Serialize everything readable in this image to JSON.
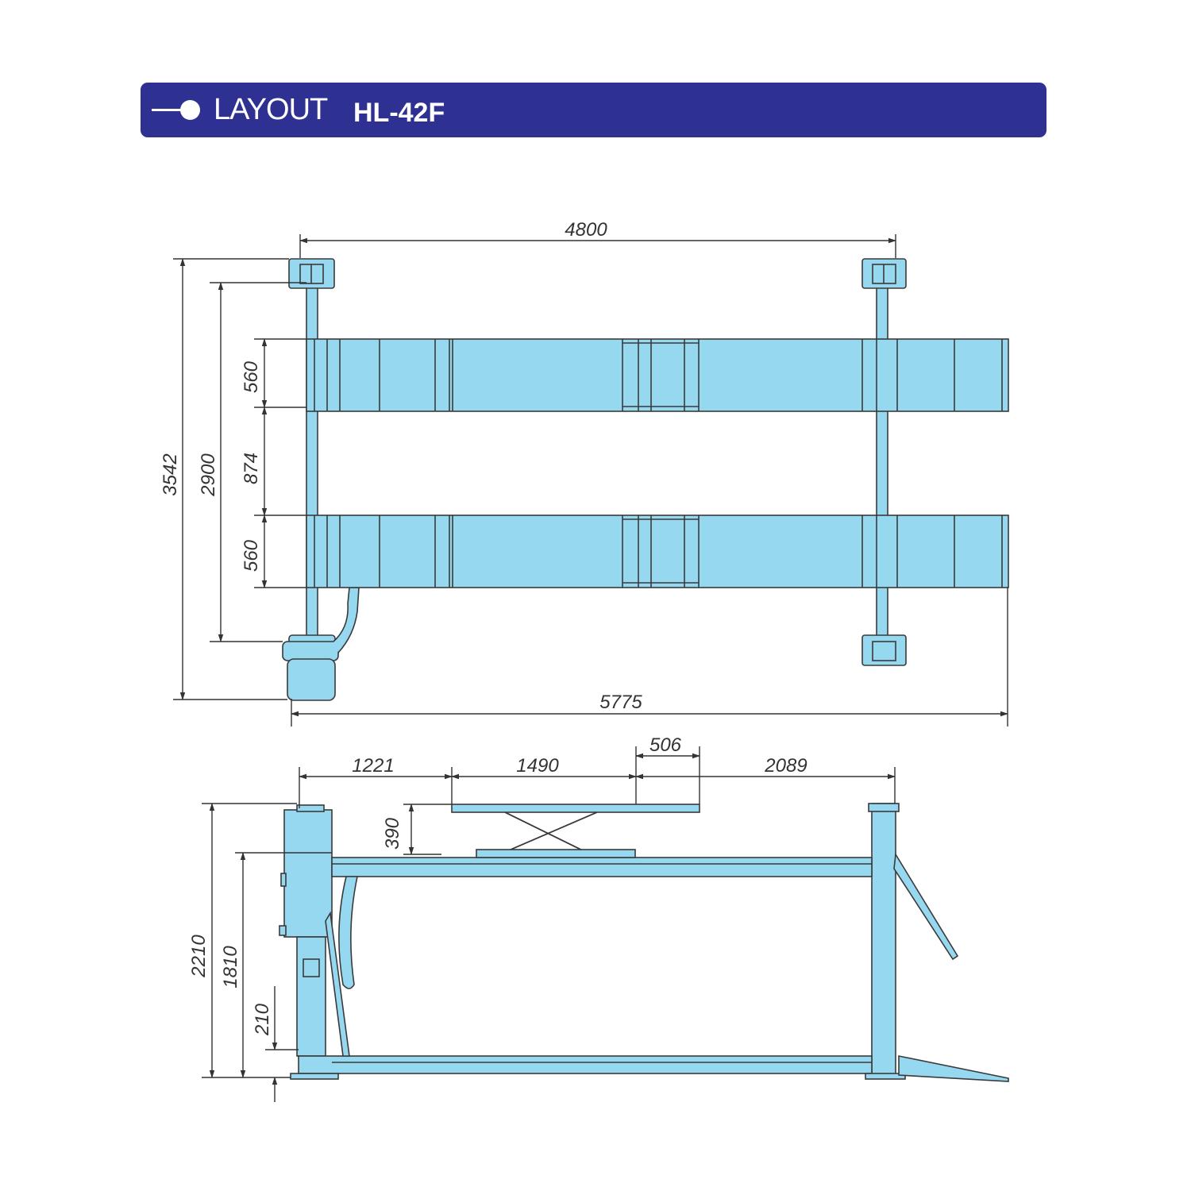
{
  "header": {
    "title": "LAYOUT",
    "model": "HL-42F",
    "bg_color": "#2e3192",
    "text_color": "#ffffff"
  },
  "colors": {
    "body": "#96d8ef",
    "outline": "#3a3a3a",
    "dimension": "#333333"
  },
  "top_view": {
    "dimensions": {
      "overall_post_spacing": "4800",
      "overall_length": "5775",
      "overall_width": "3542",
      "inner_width": "2900",
      "runway_width_top": "560",
      "runway_gap": "874",
      "runway_width_bottom": "560"
    }
  },
  "side_view": {
    "dimensions": {
      "front_offset": "1221",
      "platform_length": "1490",
      "platform_overhang": "506",
      "rear_span": "2089",
      "overall_height": "2210",
      "lift_height": "1810",
      "min_height": "210",
      "scissor_height": "390"
    }
  }
}
